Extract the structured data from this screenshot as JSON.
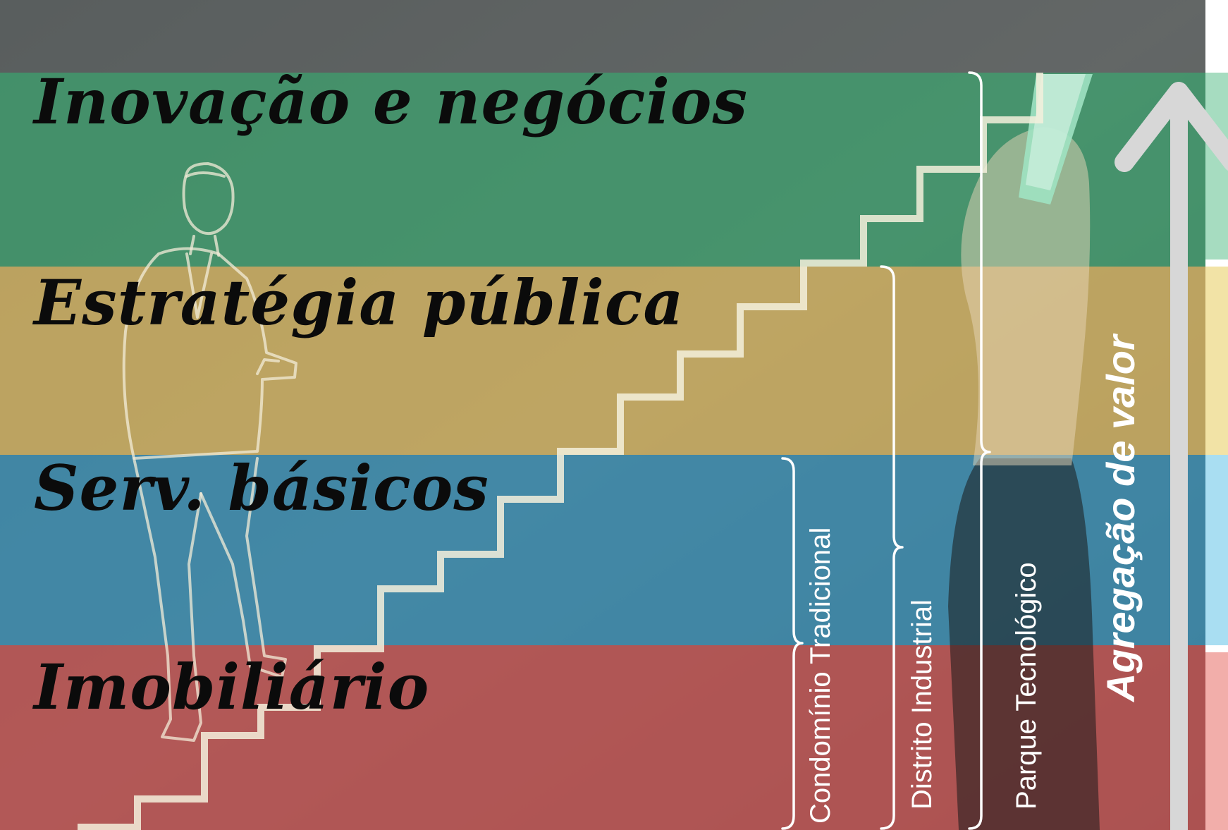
{
  "layers": [
    {
      "label": "Inovação e negócios",
      "color": "#3f9b6c"
    },
    {
      "label": "Estratégia pública",
      "color": "#d1b160"
    },
    {
      "label": "Serv. básicos",
      "color": "#3a8db2"
    },
    {
      "label": "Imobiliário",
      "color": "#c25352"
    }
  ],
  "categories": [
    {
      "label": "Condomínio Tradicional"
    },
    {
      "label": "Distrito Industrial"
    },
    {
      "label": "Parque Tecnológico"
    }
  ],
  "axis": {
    "label": "Agregação de valor"
  }
}
